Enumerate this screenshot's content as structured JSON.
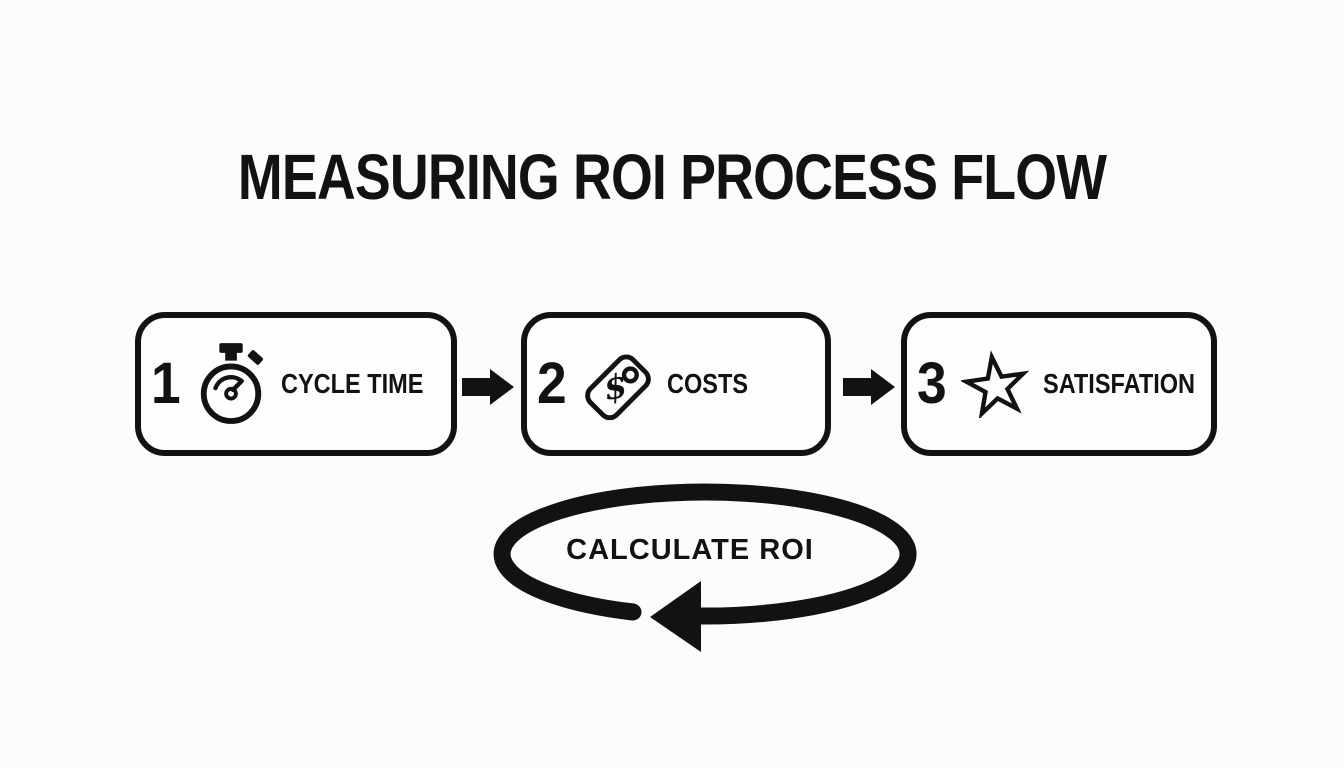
{
  "title": "MEASURING ROI PROCESS FLOW",
  "steps": [
    {
      "number": "1",
      "label": "CYCLE TIME",
      "icon": "stopwatch-icon"
    },
    {
      "number": "2",
      "label": "COSTS",
      "icon": "price-tag-icon",
      "dollar_glyph": "$"
    },
    {
      "number": "3",
      "label": "SATISFATION",
      "icon": "star-icon"
    }
  ],
  "loop": {
    "label": "CALCULATE ROI"
  },
  "colors": {
    "ink": "#121212",
    "background": "#fcfcfc"
  }
}
